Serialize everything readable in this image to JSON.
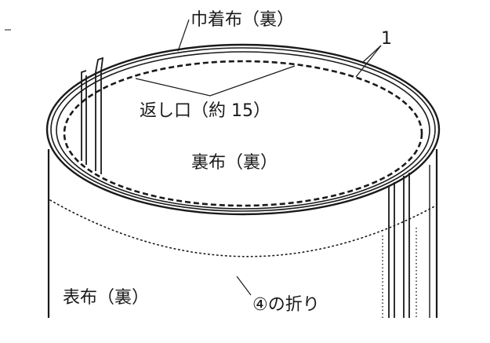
{
  "labels": {
    "lining_drawstring": "巾着布（裏）",
    "number_1": "1",
    "return_opening": "返し口（約 15）",
    "lining_fabric": "裏布（裏）",
    "outer_fabric": "表布（裏）",
    "fold_line": "④の折り"
  },
  "colors": {
    "ink": "#1a1a1a",
    "background": "#ffffff"
  }
}
